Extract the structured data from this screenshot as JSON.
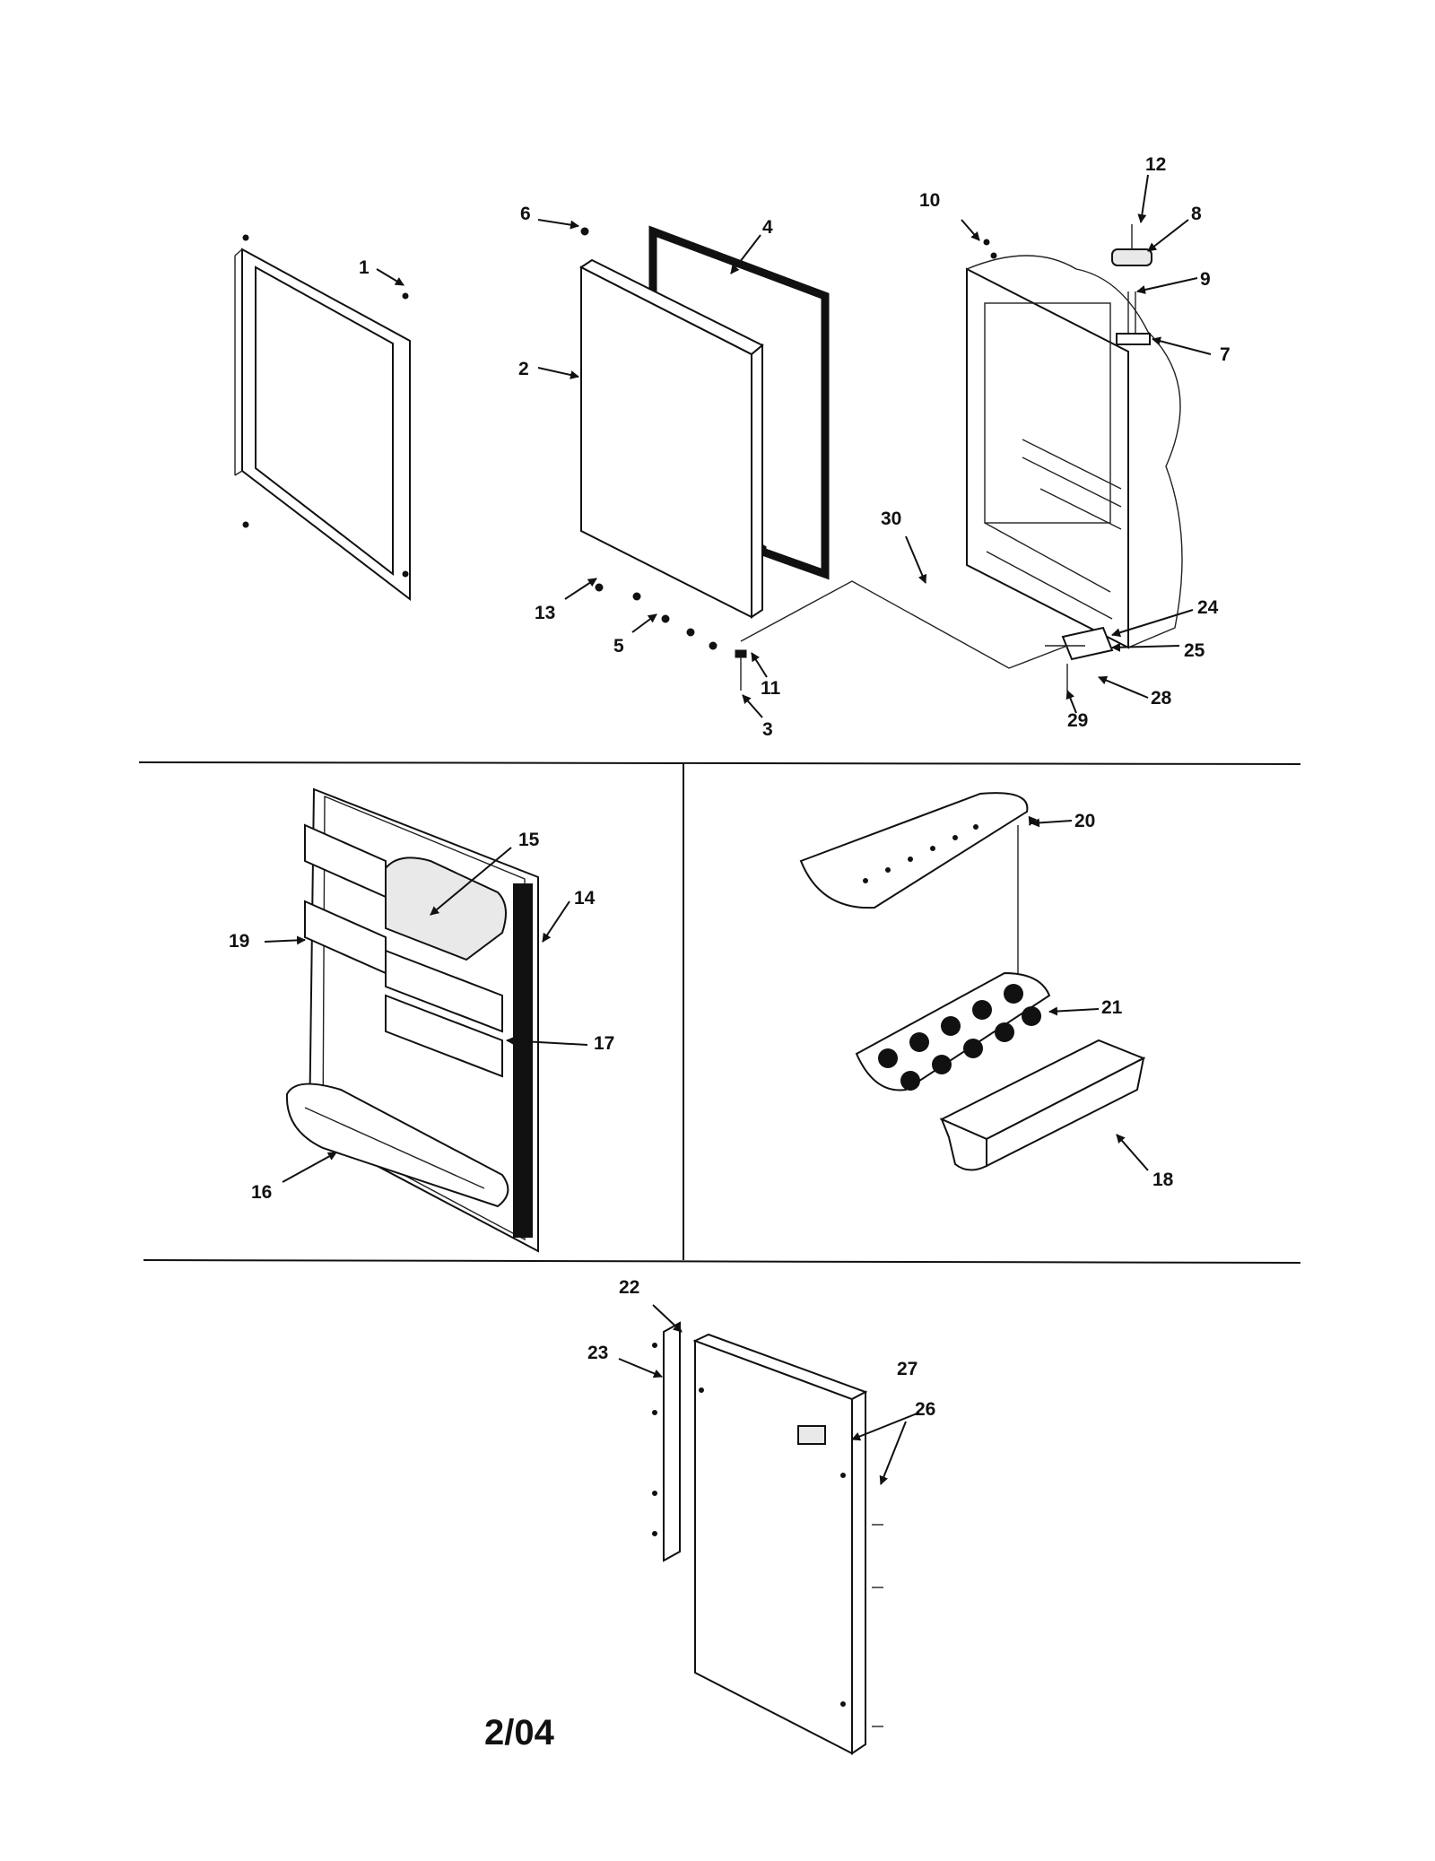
{
  "callouts": {
    "c1": "1",
    "c2": "2",
    "c3": "3",
    "c4": "4",
    "c5": "5",
    "c6": "6",
    "c7": "7",
    "c8": "8",
    "c9": "9",
    "c10": "10",
    "c11": "11",
    "c12": "12",
    "c13": "13",
    "c14": "14",
    "c15": "15",
    "c16": "16",
    "c17": "17",
    "c18": "18",
    "c19": "19",
    "c20": "20",
    "c21": "21",
    "c22": "22",
    "c23": "23",
    "c24": "24",
    "c25": "25",
    "c26": "26",
    "c27": "27",
    "c28": "28",
    "c29": "29",
    "c30": "30"
  },
  "footer": {
    "date_code": "2/04"
  }
}
